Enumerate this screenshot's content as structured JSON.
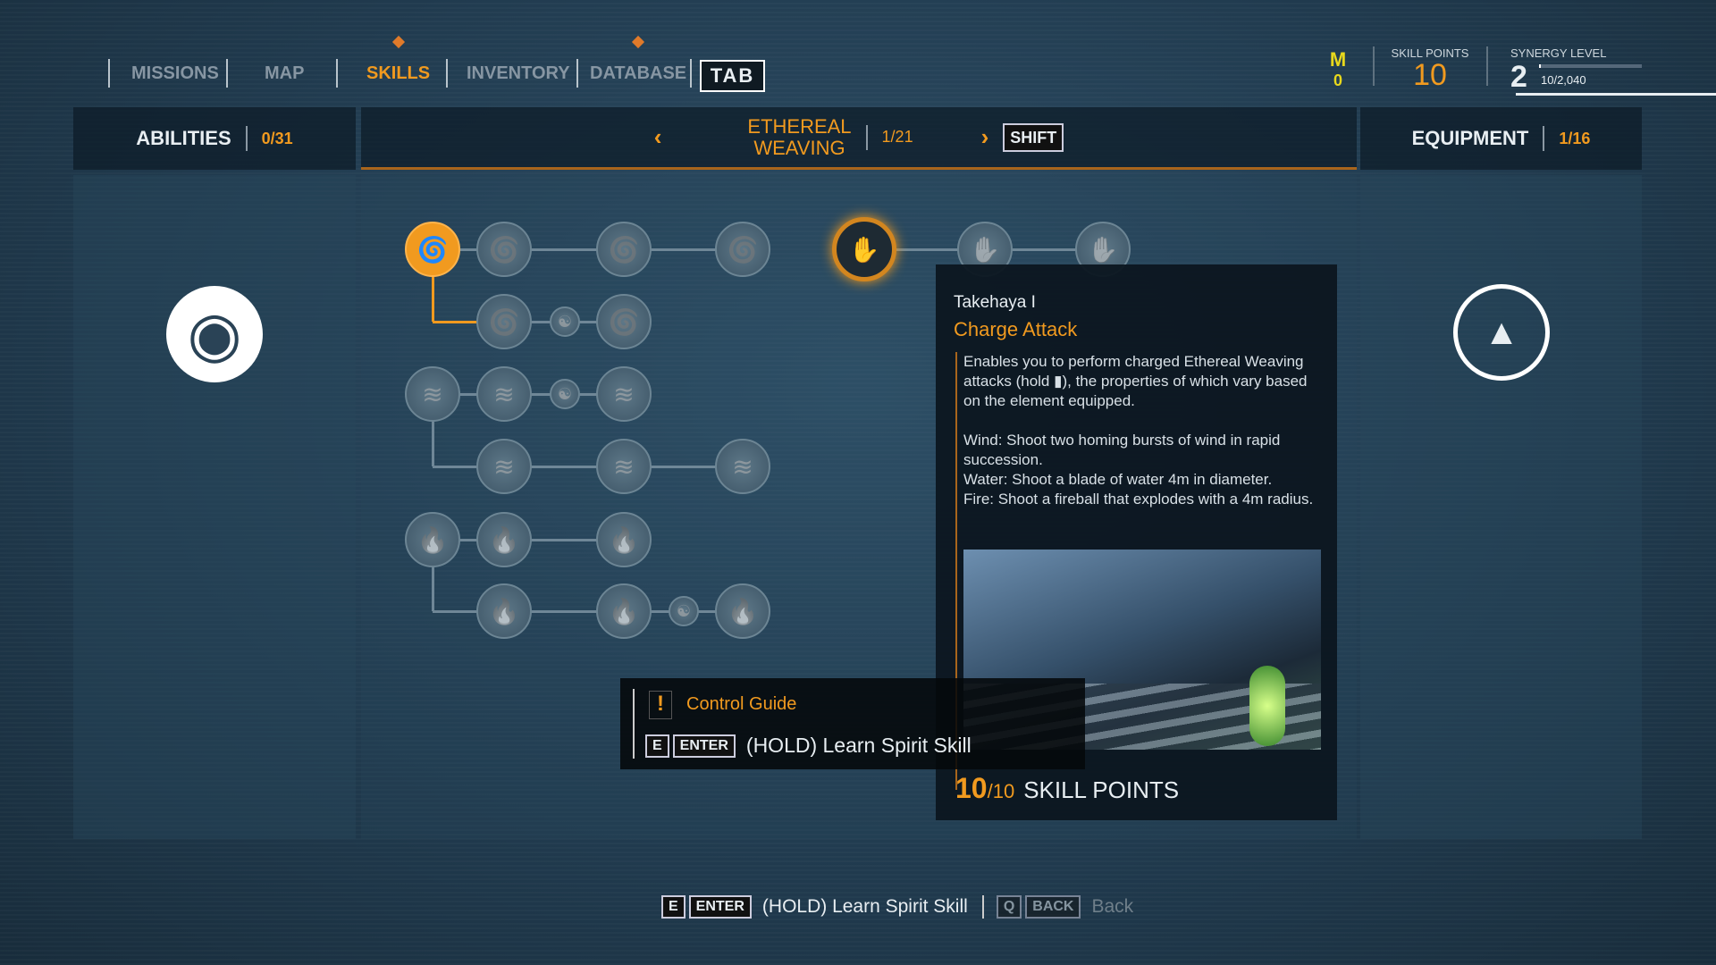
{
  "nav": {
    "tabs": [
      "MISSIONS",
      "MAP",
      "SKILLS",
      "INVENTORY",
      "DATABASE"
    ],
    "tab_key": "TAB"
  },
  "status": {
    "currency": "0",
    "skill_points_label": "SKILL POINTS",
    "skill_points": "10",
    "synergy_label": "SYNERGY LEVEL",
    "synergy_level": "2",
    "synergy_progress": "10/2,040",
    "synergy_fraction": 0.005
  },
  "header": {
    "abilities": "ABILITIES",
    "abilities_count": "0/31",
    "tree_title_1": "ETHEREAL",
    "tree_title_2": "WEAVING",
    "tree_count": "1/21",
    "shift_key": "SHIFT",
    "equipment": "EQUIPMENT",
    "equipment_count": "1/16"
  },
  "tooltip": {
    "name": "Takehaya I",
    "title": "Charge Attack",
    "desc": "Enables you to perform charged Ethereal Weaving attacks (hold ▮), the properties of which vary based on the element equipped.",
    "wind": "Wind: Shoot two homing bursts of wind in rapid succession.",
    "water": "Water: Shoot a blade of water 4m in diameter.",
    "fire": "Fire: Shoot a fireball that explodes with a 4m radius.",
    "points_have": "10",
    "points_need": "/10",
    "points_label": "SKILL POINTS"
  },
  "guide": {
    "title": "Control Guide",
    "key1": "E",
    "key2": "ENTER",
    "action": "(HOLD) Learn Spirit Skill"
  },
  "footer": {
    "key1": "E",
    "key2": "ENTER",
    "action": "(HOLD) Learn Spirit Skill",
    "back_key1": "Q",
    "back_key2": "BACK",
    "back": "Back"
  }
}
